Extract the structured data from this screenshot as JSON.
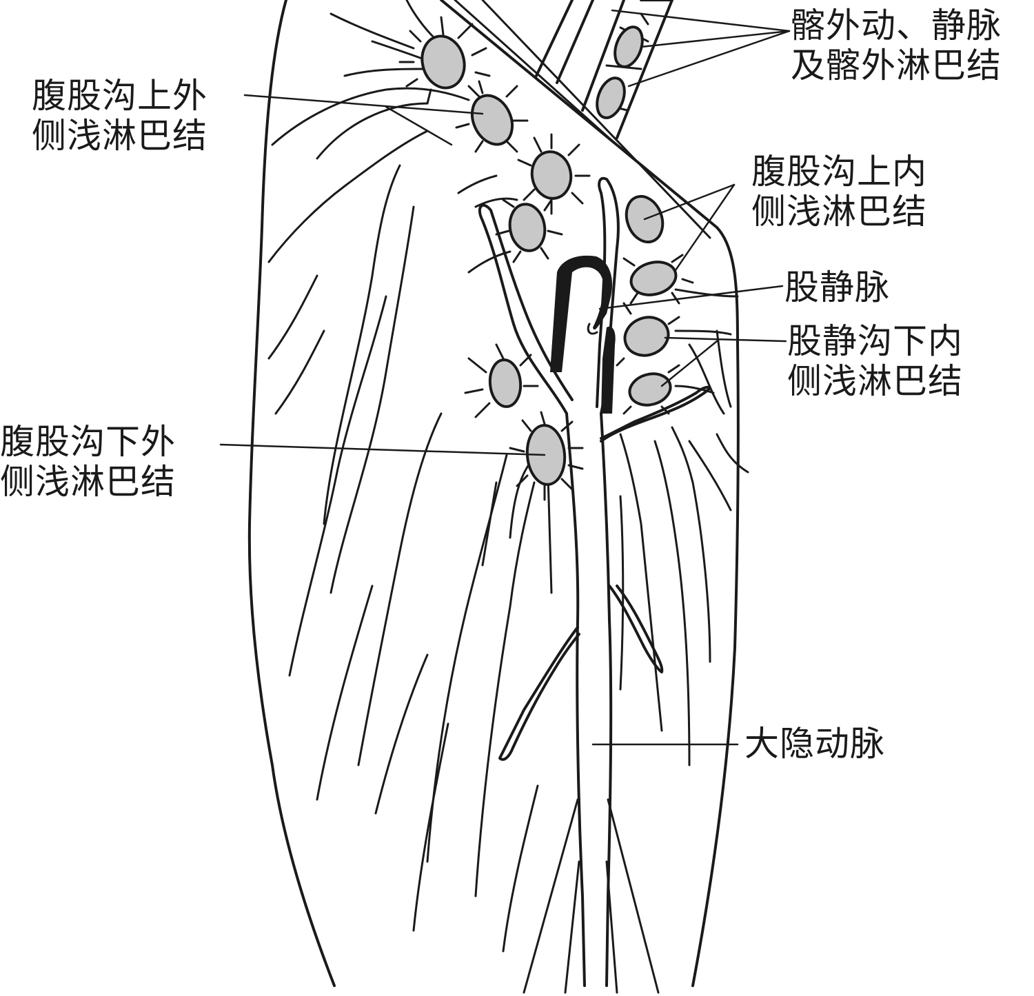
{
  "colors": {
    "ink": "#1a1a1a",
    "node_fill": "#c8c8c8",
    "background": "#ffffff"
  },
  "labels": {
    "iliac": [
      "髂外动、静脉",
      "及髂外淋巴结"
    ],
    "superolateral": [
      "腹股沟上外",
      "侧浅淋巴结"
    ],
    "superomedial": [
      "腹股沟上内",
      "侧浅淋巴结"
    ],
    "femoral_vein": [
      "股静脉"
    ],
    "inferomedial": [
      "股静沟下内",
      "侧浅淋巴结"
    ],
    "inferolateral": [
      "腹股沟下外",
      "侧浅淋巴结"
    ],
    "saphenous": [
      "大隐动脉"
    ]
  }
}
